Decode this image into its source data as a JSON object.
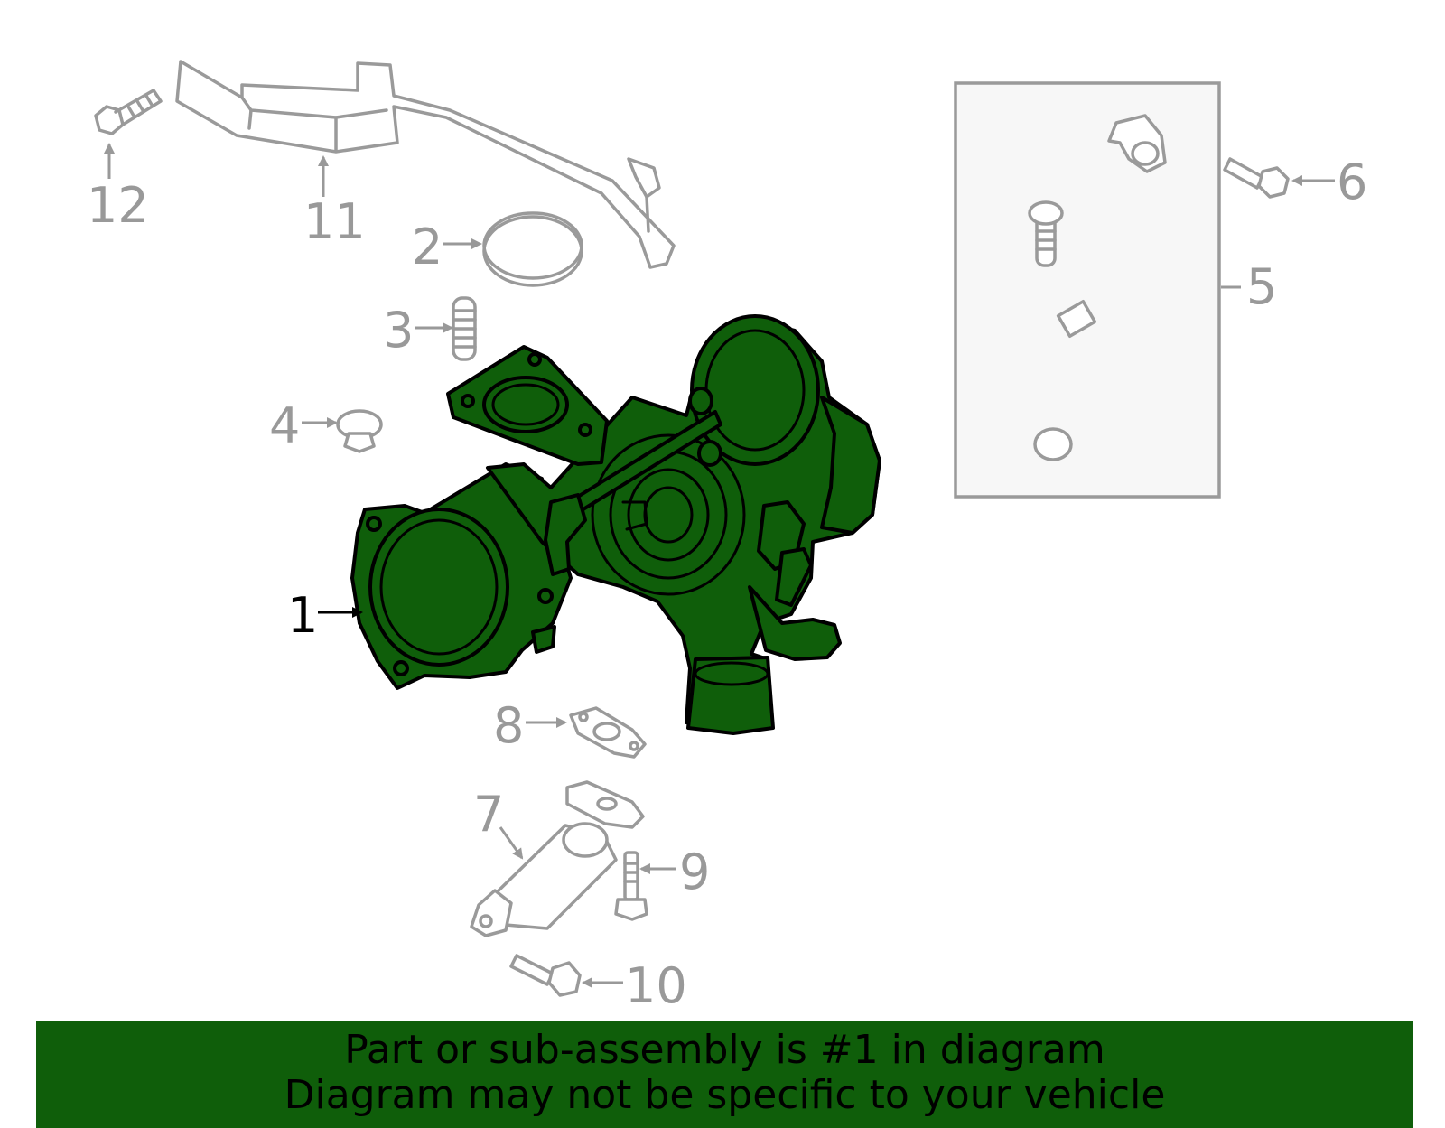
{
  "colors": {
    "highlight": "#0f5e0a",
    "callout": "#999999",
    "outline": "#9a9a9a",
    "banner_text": "#000000"
  },
  "callouts": {
    "c1": "1",
    "c2": "2",
    "c3": "3",
    "c4": "4",
    "c5": "5",
    "c6": "6",
    "c7": "7",
    "c8": "8",
    "c9": "9",
    "c10": "10",
    "c11": "11",
    "c12": "12"
  },
  "highlighted_part": "1",
  "banner": {
    "line1": "Part or sub-assembly is #1 in diagram",
    "line2": "Diagram may not be specific to your vehicle"
  }
}
